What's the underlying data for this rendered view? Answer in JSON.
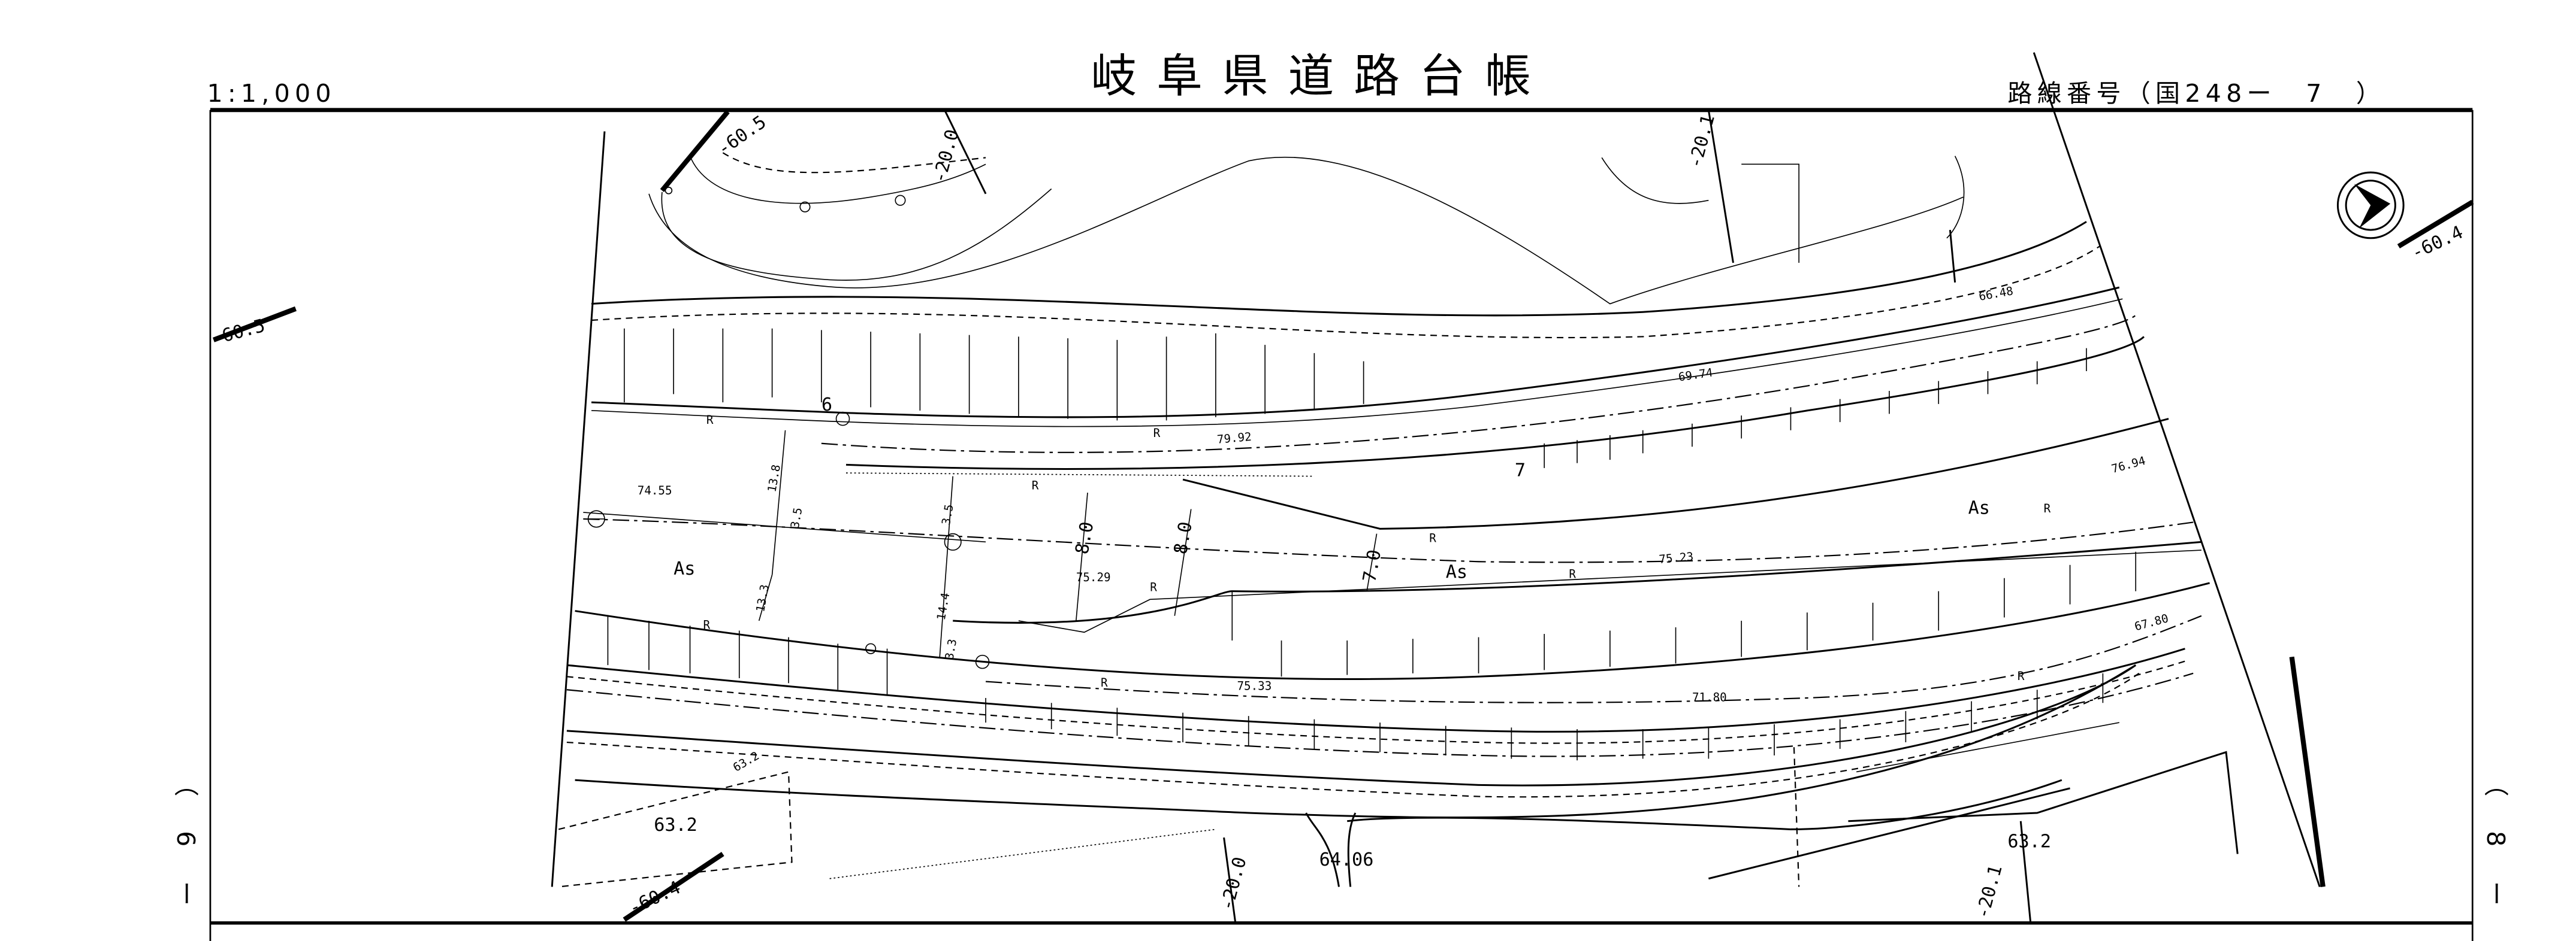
{
  "header": {
    "scale": "1:1,000",
    "title": "岐阜県道路台帳",
    "route_number": "路線番号（国248ー　7　）"
  },
  "side_marks": {
    "left": "（　6　ー",
    "right": "（　8　ー"
  },
  "map": {
    "labels": [
      "-60.5",
      "-20.0",
      "-20.1",
      "-60.5",
      "-60.4",
      "-60.4",
      "-20.0",
      "-20.1",
      "66.48",
      "69.74",
      "79.92",
      "76.94",
      "74.55",
      "75.29",
      "75.23",
      "67.80",
      "71.80",
      "75.33",
      "63.2",
      "63.2",
      "64.06",
      "63.2",
      "6",
      "7",
      "13.8",
      "3.5",
      "3.5",
      "13.3",
      "14.4",
      "3.3",
      "8.0",
      "8.0",
      "7.0",
      "As",
      "As",
      "As",
      "R",
      "R",
      "R",
      "R",
      "R",
      "R",
      "R",
      "R",
      "R",
      "R"
    ]
  }
}
